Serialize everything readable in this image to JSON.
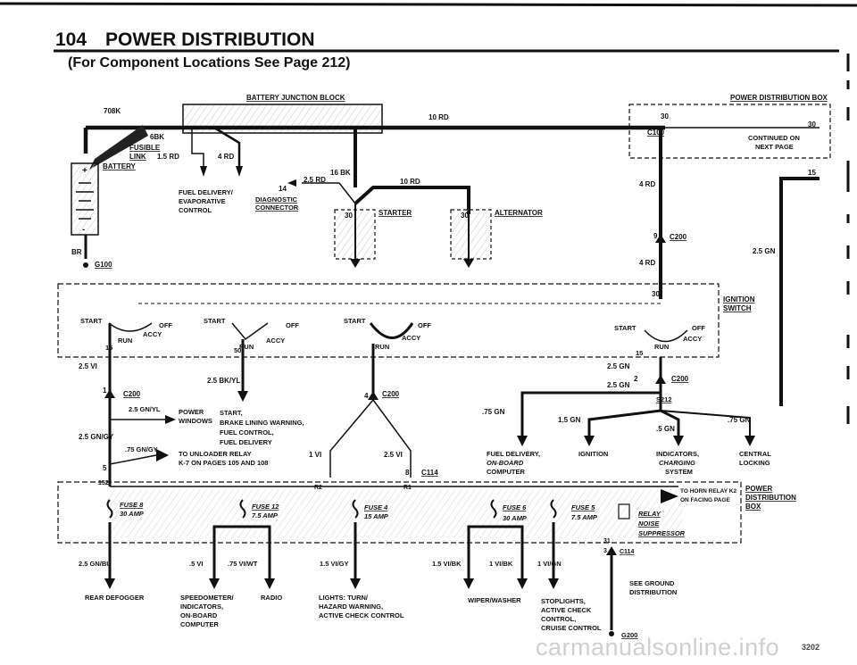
{
  "header": {
    "page_number": "104",
    "title": "POWER DISTRIBUTION",
    "subtitle": "(For Component Locations See Page 212)"
  },
  "blocks": {
    "battery_junction": "BATTERY JUNCTION BLOCK",
    "power_dist_top": "POWER DISTRIBUTION BOX",
    "continued": [
      "CONTINUED ON",
      "NEXT PAGE"
    ],
    "fusible_link": "FUSIBLE LINK",
    "battery": "BATTERY",
    "diagnostic": [
      "DIAGNOSTIC",
      "CONNECTOR"
    ],
    "starter": "STARTER",
    "alternator": "ALTERNATOR",
    "ignition_switch": [
      "IGNITION",
      "SWITCH"
    ],
    "power_dist_bottom": [
      "POWER",
      "DISTRIBUTION",
      "BOX"
    ],
    "relay": [
      "RELAY",
      "NOISE",
      "SUPPRESSOR"
    ],
    "horn_relay": [
      "TO HORN RELAY K2",
      "ON FACING PAGE"
    ]
  },
  "wires": {
    "w708k": "708K",
    "w6bk": "6BK",
    "w15rd": "1.5 RD",
    "w4rd": "4 RD",
    "w10rd": "10 RD",
    "w16bk": "16 BK",
    "w25rd": "2.5 RD",
    "w10rd_b": "10 RD",
    "w14": "14",
    "br": "BR",
    "w30": "30",
    "w30b": "30",
    "c100": "C100",
    "w15": "15",
    "w4rd_r": "4 RD",
    "w9": "9",
    "c200": "C200",
    "w4rd_r2": "4 RD",
    "w25gn": "2.5 GN",
    "w25vi": "2.5 VI",
    "w25bkyl": "2.5 BK/YL",
    "w1": "1",
    "c200_a": "C200",
    "w25gnyl": "2.5 GN/YL",
    "w25gngy": "2.5 GN/GY",
    "w75gngy": ".75 GN/GY",
    "w5": "5",
    "w4": "4",
    "c200_b": "C200",
    "w1vi": "1 VI",
    "w25vi_b": "2.5 VI",
    "w8": "8",
    "c114": "C114",
    "w75gn": ".75 GN",
    "w15gn": "1.5 GN",
    "s212": "S212",
    "w5gn": ".5 GN",
    "w75gn_b": ".75 GN",
    "w25gn2": "2.5 GN",
    "w2": "2",
    "c200_c": "C200",
    "w25gn3": "2.5 GN",
    "w15_r": "15",
    "w30_r": "30",
    "w15_s": "15",
    "w50": "50",
    "r2": "R2",
    "r1": "R1",
    "w31": "31",
    "w3": "3",
    "c114_b": "C114",
    "w152": "152",
    "w25gnbu": "2.5 GN/BU",
    "w5vi": ".5 VI",
    "w75viwt": ".75 VI/WT",
    "w15vigy": "1.5 VI/GY",
    "w15vibk": "1.5 VI/BK",
    "w1vibk": "1 VI/BK",
    "w1vign": "1 VI/GN",
    "g100": "G100",
    "g200": "G200"
  },
  "switch_labels": {
    "start": "START",
    "off": "OFF",
    "accy": "ACCY",
    "run": "RUN"
  },
  "fuses": [
    {
      "name": "FUSE 8",
      "amp": "30 AMP"
    },
    {
      "name": "FUSE 12",
      "amp": "7.5 AMP"
    },
    {
      "name": "FUSE 4",
      "amp": "15 AMP"
    },
    {
      "name": "FUSE 6",
      "amp": "30 AMP"
    },
    {
      "name": "FUSE 5",
      "amp": "7.5 AMP"
    }
  ],
  "loads": {
    "fuel_evap": [
      "FUEL DELIVERY/",
      "EVAPORATIVE",
      "CONTROL"
    ],
    "power_windows": [
      "POWER",
      "WINDOWS"
    ],
    "start_list": [
      "START,",
      "BRAKE LINING WARNING,",
      "FUEL CONTROL,",
      "FUEL DELIVERY"
    ],
    "unloader": [
      "TO UNLOADER RELAY",
      "K-7 ON PAGES 105 AND 108"
    ],
    "fuel_onboard": [
      "FUEL DELIVERY,",
      "ON-BOARD",
      "COMPUTER"
    ],
    "ignition": "IGNITION",
    "indicators": [
      "INDICATORS,",
      "CHARGING",
      "SYSTEM"
    ],
    "central": [
      "CENTRAL",
      "LOCKING"
    ],
    "rear_defogger": "REAR DEFOGGER",
    "speedometer": [
      "SPEEDOMETER/",
      "INDICATORS,",
      "ON-BOARD",
      "COMPUTER"
    ],
    "radio": "RADIO",
    "lights": [
      "LIGHTS: TURN/",
      "HAZARD WARNING,",
      "ACTIVE CHECK CONTROL"
    ],
    "wiper": "WIPER/WASHER",
    "stoplights": [
      "STOPLIGHTS,",
      "ACTIVE CHECK",
      "CONTROL,",
      "CRUISE CONTROL"
    ],
    "see_ground": [
      "SEE GROUND",
      "DISTRIBUTION"
    ]
  },
  "footer": {
    "watermark": "carmanualsonline.info",
    "page_code": "3202"
  }
}
